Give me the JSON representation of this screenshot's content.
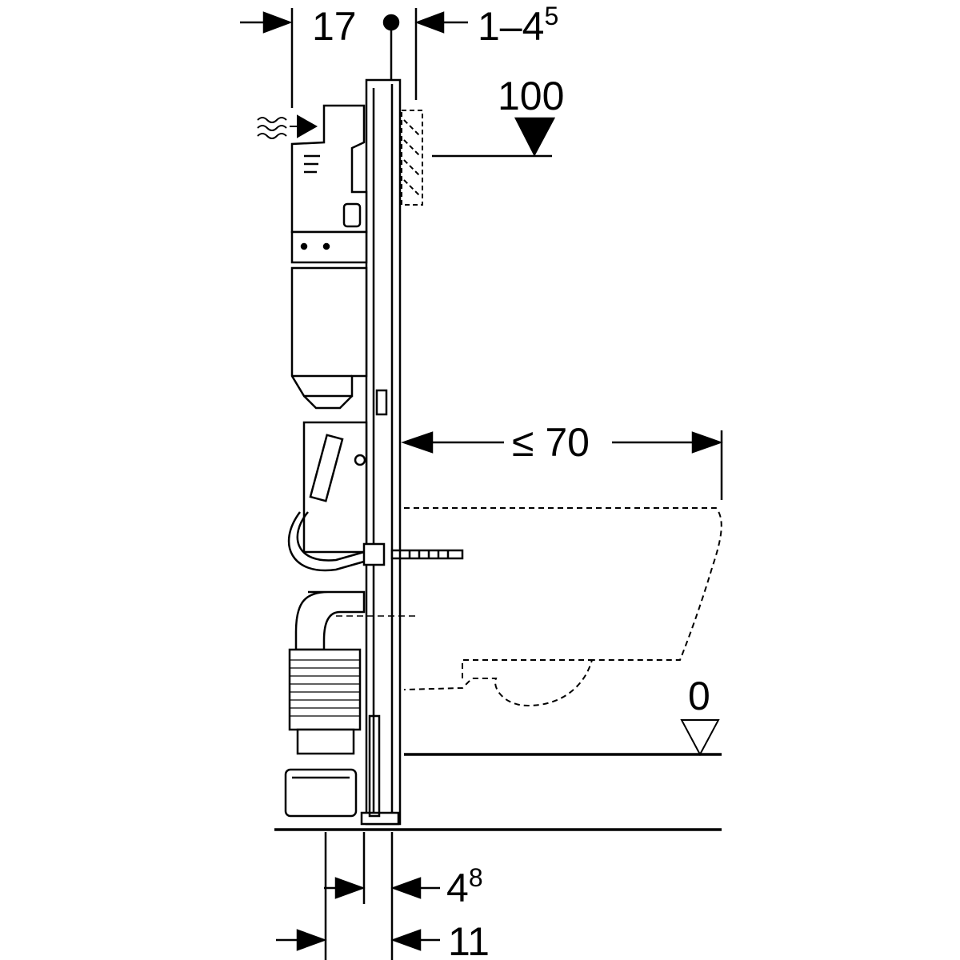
{
  "diagram": {
    "dimensions": {
      "top_left": "17",
      "top_right_main": "1–4",
      "top_right_sup": "5",
      "height_marker": "100",
      "projection": "≤ 70",
      "floor_level": "0",
      "bottom_inner_main": "4",
      "bottom_inner_sup": "8",
      "bottom_outer": "11"
    },
    "colors": {
      "line": "#000000",
      "fill": "#ffffff",
      "shade": "#d9d9d9"
    }
  }
}
